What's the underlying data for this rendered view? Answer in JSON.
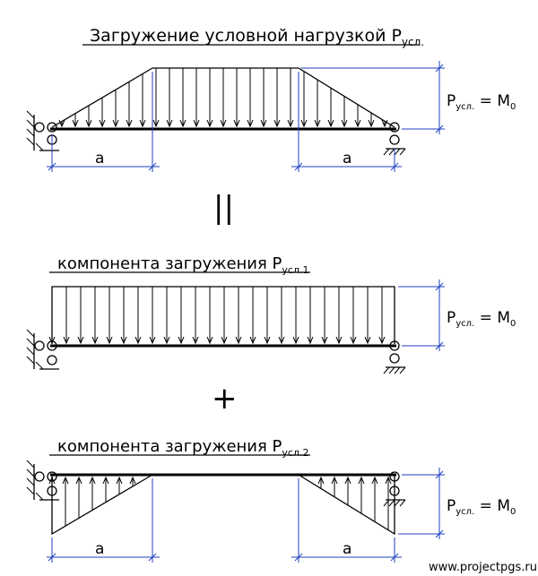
{
  "diagrams": [
    {
      "title_main": "Загружение условной нагрузкой P",
      "title_sub": "усл.",
      "eq_p": "P",
      "eq_sub": "усл.",
      "eq_rest": " = M",
      "eq_zero": "0",
      "dim_left": "a",
      "dim_right": "a"
    },
    {
      "title_main": "компонента загружения P",
      "title_sub": "усл.1",
      "eq_p": "P",
      "eq_sub": "усл.",
      "eq_rest": " = M",
      "eq_zero": "0"
    },
    {
      "title_main": "компонента загружения P",
      "title_sub": "усл.2",
      "eq_p": "P",
      "eq_sub": "усл.",
      "eq_rest": " = M",
      "eq_zero": "0",
      "dim_left": "a",
      "dim_right": "a"
    }
  ],
  "operators": {
    "equals": "||",
    "plus": "+"
  },
  "footer": {
    "url": "www.projectpgs.ru"
  },
  "colors": {
    "dimension": "#1f3fbf",
    "lines": "#000000"
  }
}
